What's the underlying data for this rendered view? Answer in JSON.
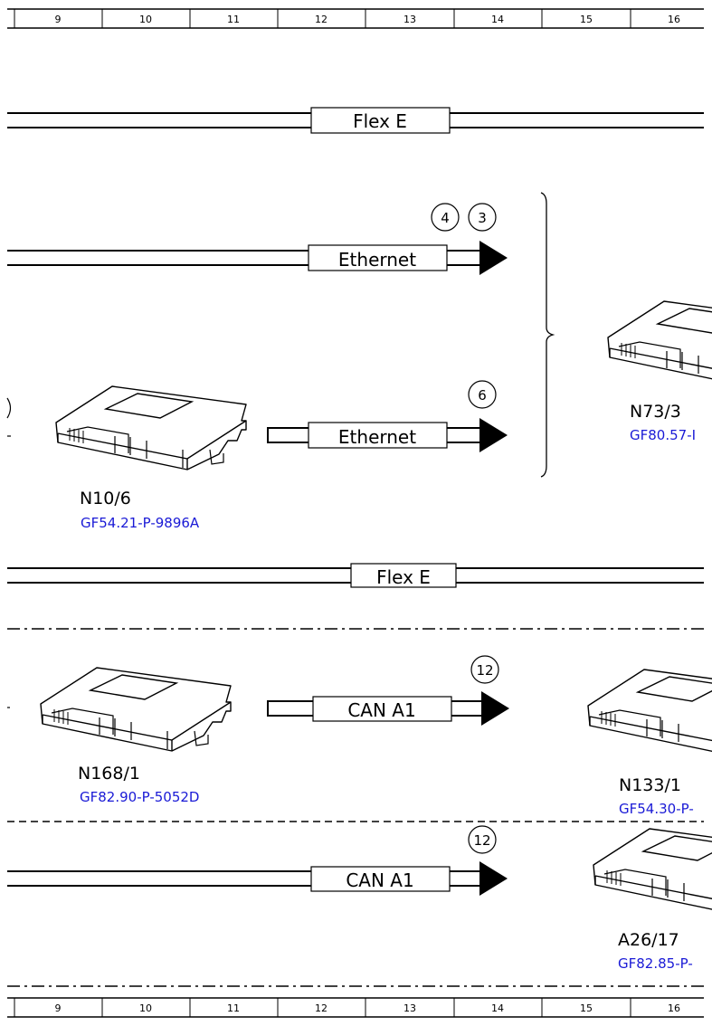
{
  "grid_columns": [
    "9",
    "10",
    "11",
    "12",
    "13",
    "14",
    "15",
    "16"
  ],
  "buses": {
    "flex_top": "Flex E",
    "ethernet_1": "Ethernet",
    "ethernet_2": "Ethernet",
    "flex_mid": "Flex E",
    "can_1": "CAN A1",
    "can_2": "CAN A1"
  },
  "markers": {
    "m4": "4",
    "m3": "3",
    "m6": "6",
    "m12a": "12",
    "m12b": "12"
  },
  "components": {
    "n10_6": {
      "name": "N10/6",
      "ref": "GF54.21-P-9896A"
    },
    "n73_3": {
      "name": "N73/3",
      "ref": "GF80.57-I"
    },
    "n168_1": {
      "name": "N168/1",
      "ref": "GF82.90-P-5052D"
    },
    "n133_1": {
      "name": "N133/1",
      "ref": "GF54.30-P-"
    },
    "a26_17": {
      "name": "A26/17",
      "ref": "GF82.85-P-"
    }
  },
  "colors": {
    "line": "#000000",
    "link": "#1a1ad6",
    "background": "#ffffff"
  }
}
